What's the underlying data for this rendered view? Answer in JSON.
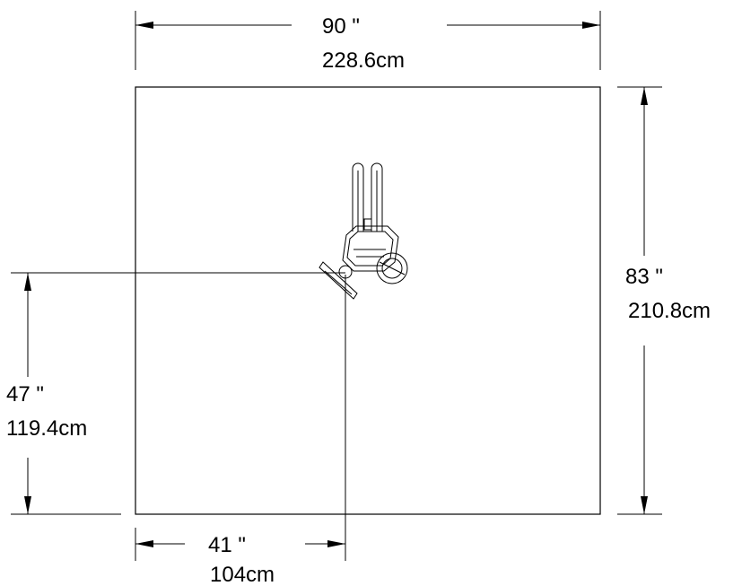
{
  "diagram": {
    "dimensions": {
      "width": {
        "imperial": "90 \"",
        "metric": "228.6cm"
      },
      "depth": {
        "imperial": "83 \"",
        "metric": "210.8cm"
      },
      "offset_y": {
        "imperial": "47 \"",
        "metric": "119.4cm"
      },
      "offset_x": {
        "imperial": "41 \"",
        "metric": "104cm"
      }
    },
    "colors": {
      "ink": "#000000",
      "background": "#ffffff"
    }
  }
}
